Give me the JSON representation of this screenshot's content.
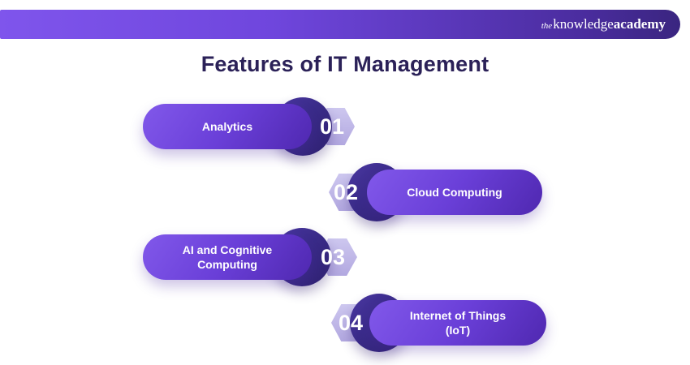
{
  "header": {
    "logo": {
      "the": "the",
      "knowledge": "knowledge",
      "academy": "academy"
    }
  },
  "title": "Features of IT Management",
  "items": [
    {
      "number": "01",
      "lines": [
        "Analytics"
      ]
    },
    {
      "number": "02",
      "lines": [
        "Cloud Computing"
      ]
    },
    {
      "number": "03",
      "lines": [
        "AI and Cognitive",
        "Computing"
      ]
    },
    {
      "number": "04",
      "lines": [
        "Internet of Things",
        "(IoT)"
      ]
    }
  ],
  "colors": {
    "header_gradient_start": "#7f55ec",
    "header_gradient_end": "#3a2580",
    "pill_gradient_start": "#8158ea",
    "pill_gradient_end": "#4f28b0",
    "circle_gradient_start": "#4a37a2",
    "circle_gradient_end": "#2f2170",
    "hexagon": "#c0b7e8",
    "title_text": "#2b2158",
    "label_text": "#ffffff"
  }
}
